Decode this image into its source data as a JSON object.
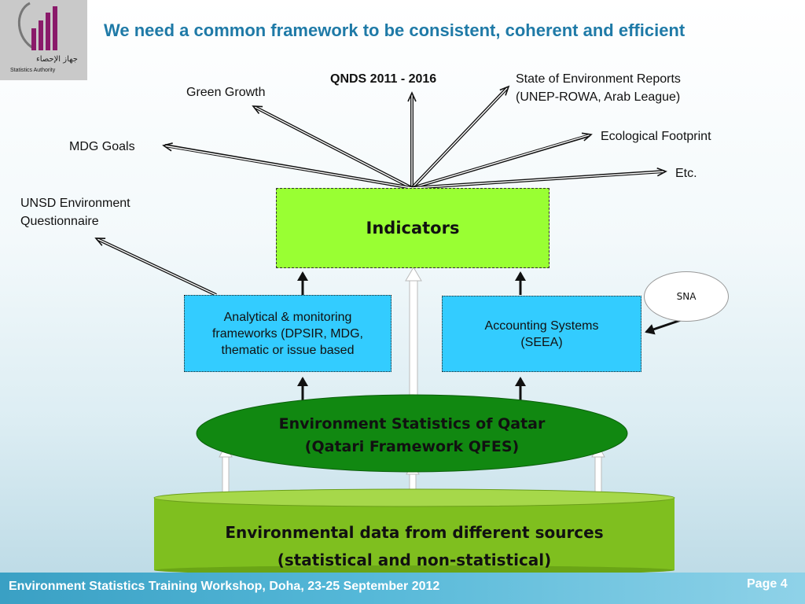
{
  "logo": {
    "arabic": "جهاز الإحصاء",
    "english": "Statistics Authority"
  },
  "title": "We need a common framework to be consistent, coherent and efficient",
  "targets": {
    "qnds": "QNDS 2011 - 2016",
    "state_env_line1": "State of Environment Reports",
    "state_env_line2": "(UNEP-ROWA, Arab League)",
    "green_growth": "Green Growth",
    "ecological_footprint": "Ecological Footprint",
    "mdg_goals": "MDG Goals",
    "etc": "Etc.",
    "unsd_line1": "UNSD Environment",
    "unsd_line2": "Questionnaire"
  },
  "boxes": {
    "indicators": "Indicators",
    "analytical": "Analytical & monitoring frameworks (DPSIR, MDG, thematic or issue based",
    "accounting_line1": "Accounting Systems",
    "accounting_line2": "(SEEA)",
    "sna": "SNA"
  },
  "qfes": {
    "line1": "Environment Statistics of Qatar",
    "line2": "(Qatari Framework QFES)"
  },
  "sources": {
    "line1": "Environmental data from different sources",
    "line2": "(statistical and non-statistical)"
  },
  "footer": {
    "text": "Environment Statistics Training Workshop, Doha,  23-25 September 2012",
    "page": "Page 4"
  },
  "colors": {
    "title": "#1f7aa7",
    "indicators_box": "#99ff33",
    "frameworks_box": "#33ccff",
    "qfes_ellipse": "#118811",
    "sources_cylinder": "#7fbf1f",
    "footer": "#3aa0c4"
  }
}
